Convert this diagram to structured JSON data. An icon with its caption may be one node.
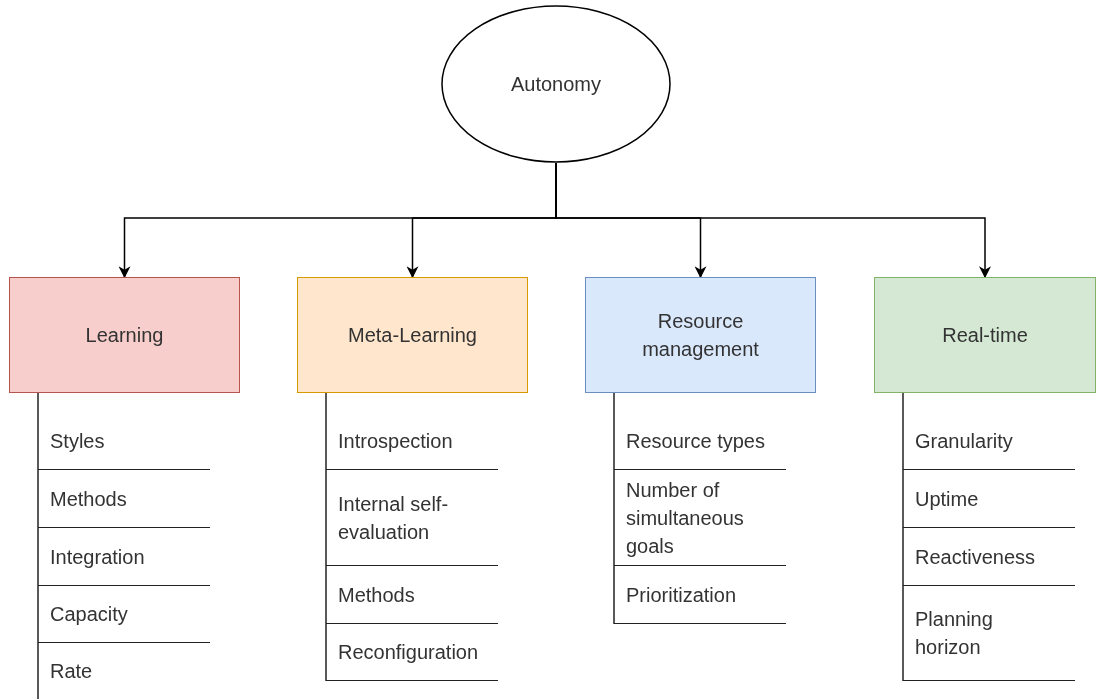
{
  "diagram": {
    "nodes": [
      {
        "text": [
          "Autonomy"
        ]
      },
      {
        "text": [
          "Learning"
        ]
      },
      {
        "text": [
          "Meta-Learning"
        ]
      },
      {
        "text": [
          "Resource management"
        ]
      },
      {
        "text": [
          "Real-time"
        ]
      },
      {
        "text": [
          "Styles"
        ]
      },
      {
        "text": [
          "Methods"
        ]
      },
      {
        "text": [
          "Integration"
        ]
      },
      {
        "text": [
          "Capacity"
        ]
      },
      {
        "text": [
          "Rate"
        ]
      },
      {
        "text": [
          "Introspection"
        ]
      },
      {
        "text": [
          "Internal self-evaluation"
        ]
      },
      {
        "text": [
          "Methods"
        ]
      },
      {
        "text": [
          "Reconfiguration"
        ]
      },
      {
        "text": [
          "Resource types"
        ]
      },
      {
        "text": [
          "Number of simultaneous goals"
        ]
      },
      {
        "text": [
          "Prioritization"
        ]
      },
      {
        "text": [
          "Granularity"
        ]
      },
      {
        "text": [
          "Uptime"
        ]
      },
      {
        "text": [
          "Reactiveness"
        ]
      },
      {
        "text": [
          "Planning horizon"
        ]
      }
    ],
    "edges": [
      {
        "from": 0,
        "to": 1,
        "arrow": "to"
      },
      {
        "from": 0,
        "to": 2,
        "arrow": "to"
      },
      {
        "from": 0,
        "to": 3,
        "arrow": "to"
      },
      {
        "from": 0,
        "to": 4,
        "arrow": "to"
      }
    ]
  }
}
